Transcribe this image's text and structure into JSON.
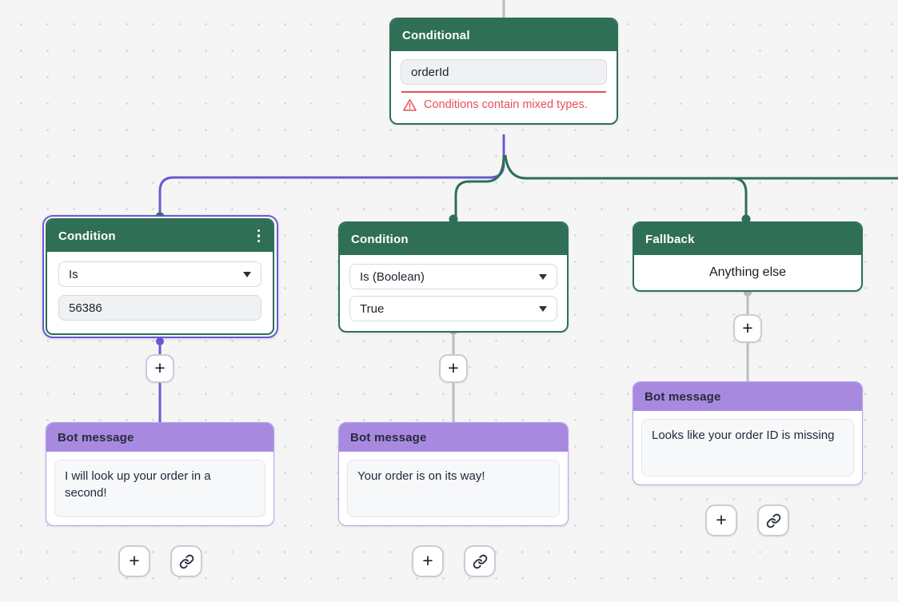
{
  "colors": {
    "node_green": "#2f6f56",
    "accent_purple": "#675ad4",
    "bot_header_purple": "#a78ae0",
    "bot_border_purple": "#b7a2e8",
    "error_red": "#e8505b",
    "edge_gray": "#b9bdc4",
    "canvas_bg": "#f5f5f6"
  },
  "nodes": {
    "conditional": {
      "title": "Conditional",
      "variable_value": "orderId",
      "error_text": "Conditions contain mixed types."
    },
    "condition_left": {
      "title": "Condition",
      "operator_value": "Is",
      "compare_value": "56386",
      "selected": true
    },
    "condition_middle": {
      "title": "Condition",
      "operator_value": "Is (Boolean)",
      "compare_value": "True"
    },
    "fallback": {
      "title": "Fallback",
      "label": "Anything else"
    },
    "bot_left": {
      "title": "Bot message",
      "message": "I will look up your order in a second!"
    },
    "bot_middle": {
      "title": "Bot message",
      "message": "Your order is on its way!"
    },
    "bot_right": {
      "title": "Bot message",
      "message": "Looks like your order ID is missing"
    }
  },
  "actions": {
    "add_step_label": "+",
    "link_icon": "link-icon",
    "menu_icon": "kebab-menu-icon",
    "warning_icon": "warning-triangle-icon",
    "dropdown_icon": "chevron-down-icon"
  }
}
